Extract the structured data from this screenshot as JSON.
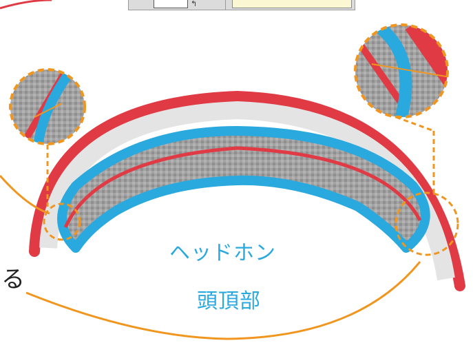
{
  "labels": {
    "headphone": "ヘッドホン",
    "crown": "頭頂部",
    "side_fragment": "る"
  },
  "colors": {
    "red_outline": "#e03a44",
    "blue_outline": "#2aa9df",
    "callout_orange": "#f0961f",
    "gray_fill": "#9a9a9a",
    "light_gray": "#d8d8d8"
  }
}
